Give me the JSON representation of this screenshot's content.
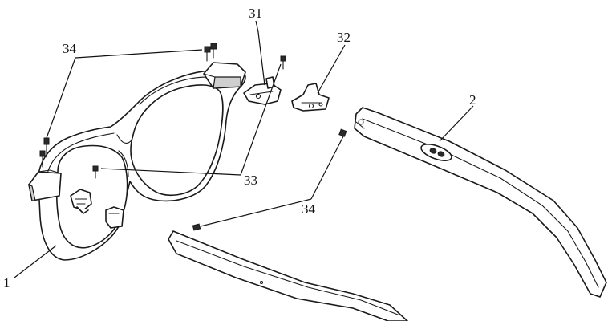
{
  "labels": {
    "frame": "1",
    "temple_right": "2",
    "hinge_left": "31",
    "hinge_right": "32",
    "screw_frame": "33",
    "screw_top": "34",
    "screw_bottom": "34"
  }
}
